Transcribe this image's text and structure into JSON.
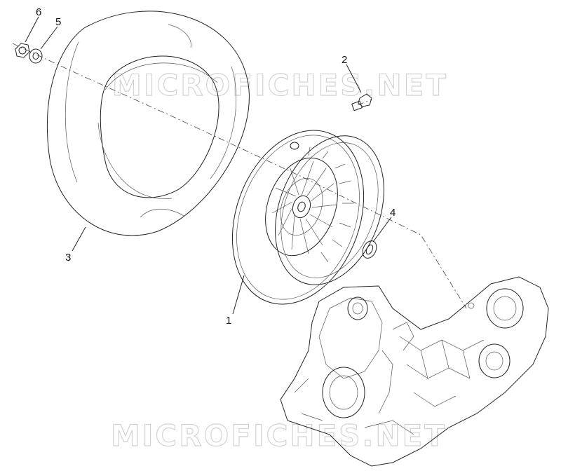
{
  "watermark": {
    "text": "MICROFICHES.NET"
  },
  "callouts": [
    {
      "id": "1",
      "text": "1"
    },
    {
      "id": "2",
      "text": "2"
    },
    {
      "id": "3",
      "text": "3"
    },
    {
      "id": "4",
      "text": "4"
    },
    {
      "id": "5",
      "text": "5"
    },
    {
      "id": "6",
      "text": "6"
    }
  ],
  "colors": {
    "line": "#222222",
    "watermark": "#d3d3d3",
    "background": "#ffffff"
  }
}
